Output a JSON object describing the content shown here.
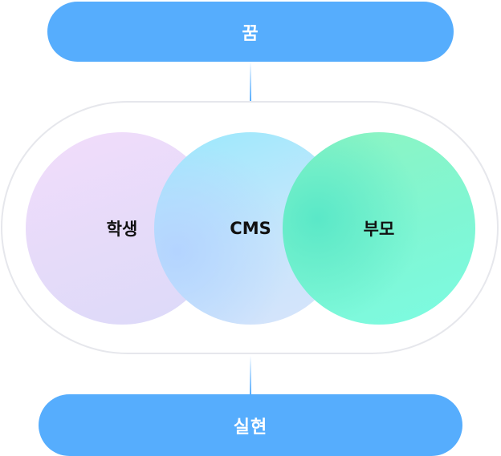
{
  "top_label": "꿈",
  "bottom_label": "실현",
  "circles": [
    {
      "label": "학생",
      "color": "#e6dbf9"
    },
    {
      "label": "CMS",
      "color": "#b9e4fc"
    },
    {
      "label": "부모",
      "color": "#7ef5d0"
    }
  ],
  "colors": {
    "accent": "#56adfd",
    "frame_border": "#e6e7ec"
  }
}
